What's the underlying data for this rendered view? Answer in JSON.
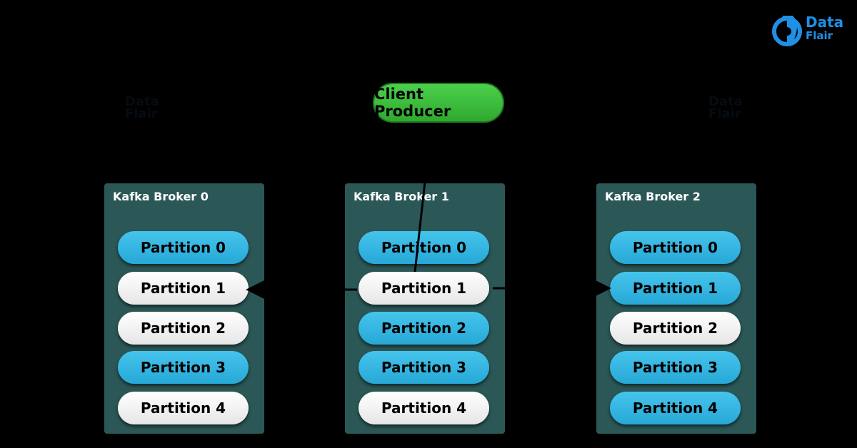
{
  "logo": {
    "line1": "Data",
    "line2": "Flair"
  },
  "producer": {
    "label": "Client Producer"
  },
  "brokers": [
    {
      "title": "Kafka Broker 0",
      "partitions": [
        {
          "label": "Partition 0",
          "role": "leader"
        },
        {
          "label": "Partition 1",
          "role": "follower"
        },
        {
          "label": "Partition 2",
          "role": "follower"
        },
        {
          "label": "Partition 3",
          "role": "leader"
        },
        {
          "label": "Partition 4",
          "role": "follower"
        }
      ]
    },
    {
      "title": "Kafka Broker 1",
      "partitions": [
        {
          "label": "Partition 0",
          "role": "leader"
        },
        {
          "label": "Partition 1",
          "role": "follower"
        },
        {
          "label": "Partition 2",
          "role": "leader"
        },
        {
          "label": "Partition 3",
          "role": "leader"
        },
        {
          "label": "Partition 4",
          "role": "follower"
        }
      ]
    },
    {
      "title": "Kafka Broker 2",
      "partitions": [
        {
          "label": "Partition 0",
          "role": "leader"
        },
        {
          "label": "Partition 1",
          "role": "leader"
        },
        {
          "label": "Partition 2",
          "role": "follower"
        },
        {
          "label": "Partition 3",
          "role": "leader"
        },
        {
          "label": "Partition 4",
          "role": "leader"
        }
      ]
    }
  ],
  "colors": {
    "background": "#000000",
    "broker_fill": "#2b5757",
    "leader_partition": "#33b5e0",
    "follower_partition": "#f2f2f2",
    "producer": "#3cbf3c",
    "logo": "#1e90e6"
  }
}
